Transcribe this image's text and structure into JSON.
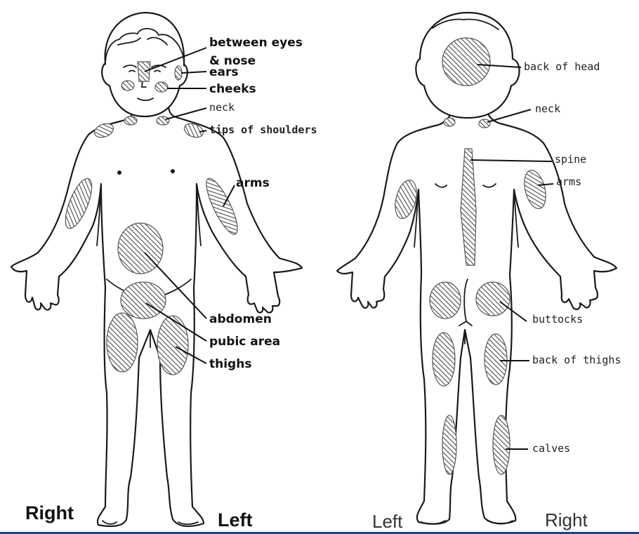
{
  "front": {
    "labels": {
      "between_eyes_1": "between eyes",
      "between_eyes_2": "& nose",
      "ears": "ears",
      "cheeks": "cheeks",
      "neck": "neck",
      "shoulders": "tips of shoulders",
      "arms": "arms",
      "abdomen": "abdomen",
      "pubic": "pubic area",
      "thighs": "thighs"
    },
    "side_right": "Right",
    "side_left": "Left"
  },
  "back": {
    "labels": {
      "back_of_head": "back of head",
      "neck": "neck",
      "spine": "spine",
      "arms": "arms",
      "buttocks": "buttocks",
      "back_of_thighs": "back of thighs",
      "calves": "calves"
    },
    "side_left": "Left",
    "side_right": "Right"
  },
  "colors": {
    "ink": "#1a1a1a",
    "hatch": "#444444",
    "rule": "#1f3f8f"
  }
}
